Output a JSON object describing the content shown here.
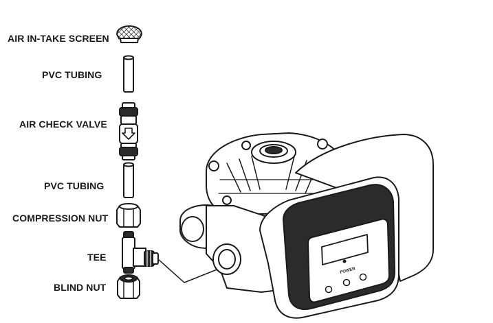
{
  "labels": {
    "air_intake_screen": "AIR IN-TAKE SCREEN",
    "pvc_tubing_top": "PVC TUBING",
    "air_check_valve": "AIR CHECK VALVE",
    "pvc_tubing_bottom": "PVC TUBING",
    "compression_nut": "COMPRESSION NUT",
    "tee": "TEE",
    "blind_nut": "BLIND NUT"
  },
  "control_panel": {
    "power_text": "POWER"
  },
  "colors": {
    "line": "#1a1a1a",
    "fill": "#ffffff",
    "dark": "#2b2b2b"
  }
}
